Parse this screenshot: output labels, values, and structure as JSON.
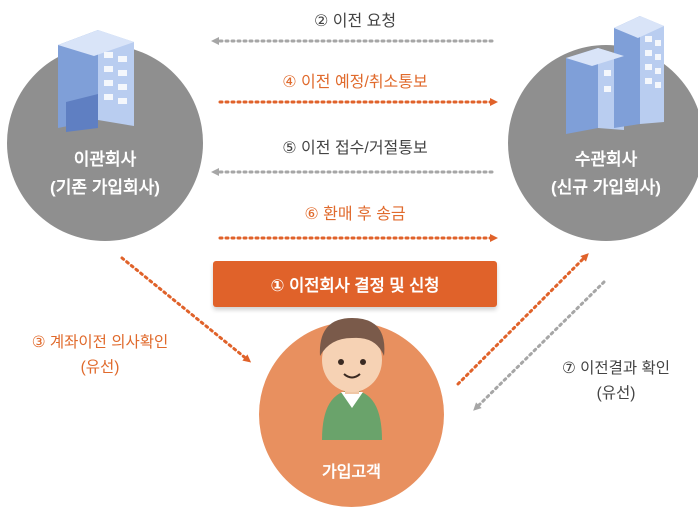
{
  "transferor": {
    "line1": "이관회사",
    "line2": "(기존 가입회사)"
  },
  "transferee": {
    "line1": "수관회사",
    "line2": "(신규 가입회사)"
  },
  "customer": {
    "label": "가입고객"
  },
  "steps": {
    "s1": "① 이전회사 결정 및 신청",
    "s2": "② 이전 요청",
    "s3_line1": "③ 계좌이전 의사확인",
    "s3_line2": "(유선)",
    "s4": "④ 이전 예정/취소통보",
    "s5": "⑤ 이전 접수/거절통보",
    "s6": "⑥ 환매 후 송금",
    "s7_line1": "⑦ 이전결과 확인",
    "s7_line2": "(유선)"
  },
  "colors": {
    "orange": "#e0622a",
    "gray_arrow": "#a6a6a6",
    "circle_gray": "#8f8f8f",
    "circle_orange": "#e8905f"
  },
  "icons": {
    "left_building": "office-building-icon",
    "right_building": "office-building-icon",
    "customer": "person-avatar-icon"
  }
}
